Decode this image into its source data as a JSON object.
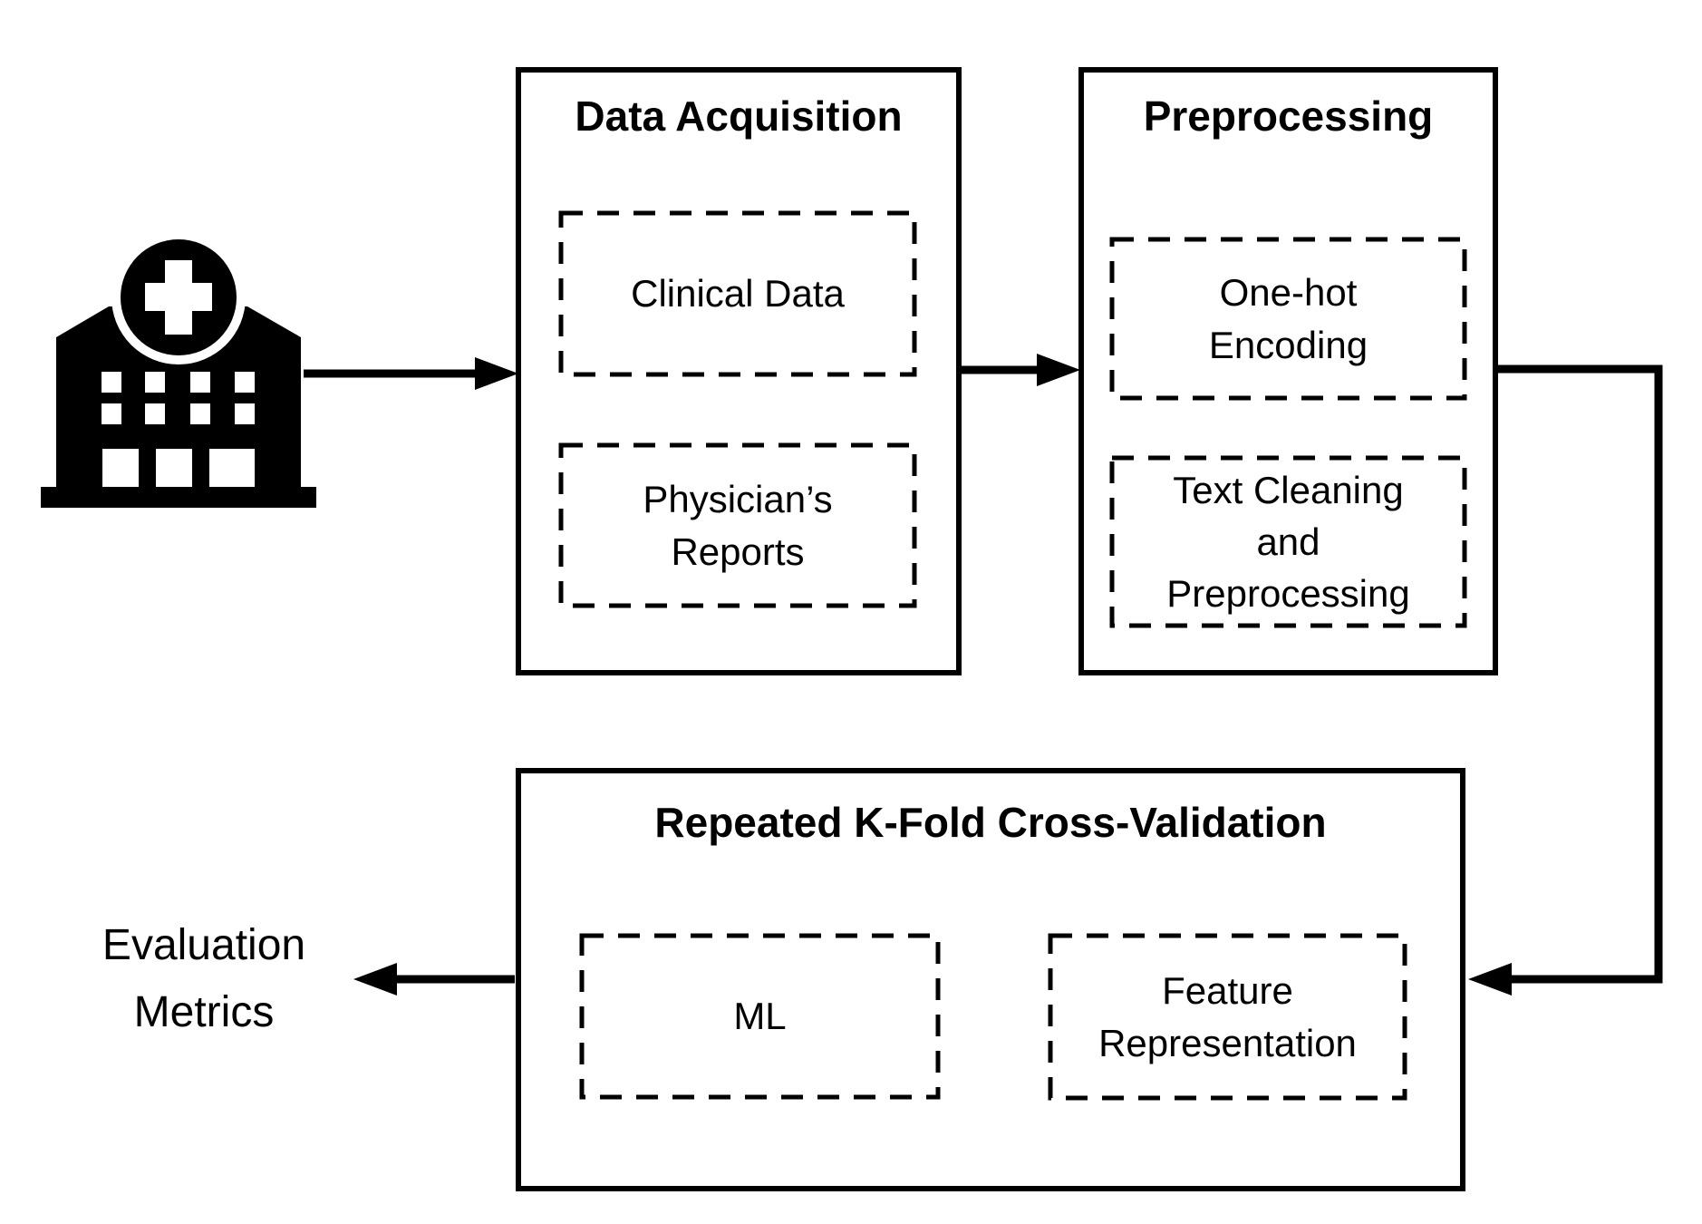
{
  "colors": {
    "ink": "#000000",
    "paper": "#ffffff"
  },
  "icons": {
    "source": "hospital-icon"
  },
  "groups": {
    "data_acquisition": {
      "title": "Data Acquisition",
      "steps": [
        "Clinical Data",
        "Physician’s Reports"
      ]
    },
    "preprocessing": {
      "title": "Preprocessing",
      "steps": [
        "One-hot Encoding",
        "Text Cleaning and Preprocessing"
      ]
    },
    "cross_validation": {
      "title": "Repeated K-Fold Cross-Validation",
      "steps": [
        "ML",
        "Feature Representation"
      ]
    }
  },
  "outputs": {
    "evaluation_metrics": "Evaluation Metrics"
  }
}
